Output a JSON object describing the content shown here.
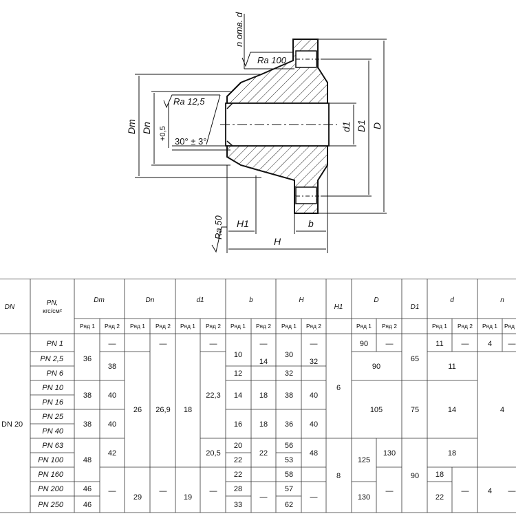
{
  "drawing": {
    "labels": {
      "holes": "n отв. d",
      "ra100": "Ra 100",
      "ra125": "Ra 12,5",
      "ra50": "Ra 50",
      "dm": "Dm",
      "dn": "Dn",
      "tol": "+0,5",
      "angle": "30° ± 3°",
      "d1": "d1",
      "D1": "D1",
      "D": "D",
      "H1": "H1",
      "b": "b",
      "H": "H"
    }
  },
  "table": {
    "headers": {
      "dn": "DN",
      "pn": "PN,",
      "pn_unit": "кгс/см²",
      "dm": "Dm",
      "dn_col": "Dn",
      "d1": "d1",
      "b": "b",
      "H": "H",
      "H1": "H1",
      "D": "D",
      "D1": "D1",
      "d": "d",
      "n": "n",
      "row1": "Ряд 1",
      "row2": "Ряд 2"
    },
    "dn_value": "DN 20",
    "pn": [
      "PN 1",
      "PN 2,5",
      "PN 6",
      "PN 10",
      "PN 16",
      "PN 25",
      "PN 40",
      "PN 63",
      "PN 100",
      "PN 160",
      "PN 200",
      "PN 250"
    ],
    "dm": {
      "r1": [
        "36",
        "38",
        "38",
        "48",
        "46",
        "46"
      ],
      "r2": [
        "—",
        "38",
        "40",
        "40",
        "42",
        "—"
      ]
    },
    "dn_col": {
      "r1": [
        "26",
        "29"
      ],
      "r2": [
        "—",
        "26,9",
        "—"
      ]
    },
    "d1": {
      "r1": [
        "18",
        "19"
      ],
      "r2": [
        "—",
        "22,3",
        "20,5",
        "—"
      ]
    },
    "b": {
      "r1": [
        "10",
        "12",
        "14",
        "16",
        "20",
        "22",
        "22",
        "28",
        "33"
      ],
      "r2": [
        "—",
        "14",
        "18",
        "18",
        "22",
        "—"
      ]
    },
    "H": {
      "r1": [
        "30",
        "32",
        "38",
        "36",
        "56",
        "53",
        "58",
        "57",
        "62"
      ],
      "r2": [
        "—",
        "32",
        "40",
        "40",
        "48",
        "—"
      ]
    },
    "H1": [
      "6",
      "8"
    ],
    "D": {
      "r1": [
        "90",
        "125",
        "130"
      ],
      "r2": [
        "—",
        "130",
        "—"
      ],
      "merged": [
        "90",
        "105"
      ]
    },
    "D1": [
      "65",
      "75",
      "90"
    ],
    "d": {
      "r1": [
        "11",
        "18",
        "22"
      ],
      "r2": [
        "—",
        "—"
      ],
      "merged": [
        "11",
        "14",
        "18"
      ]
    },
    "n": {
      "r1": [
        "4",
        "4"
      ],
      "r2": [
        "—",
        "—"
      ],
      "merged": [
        "4"
      ]
    }
  }
}
